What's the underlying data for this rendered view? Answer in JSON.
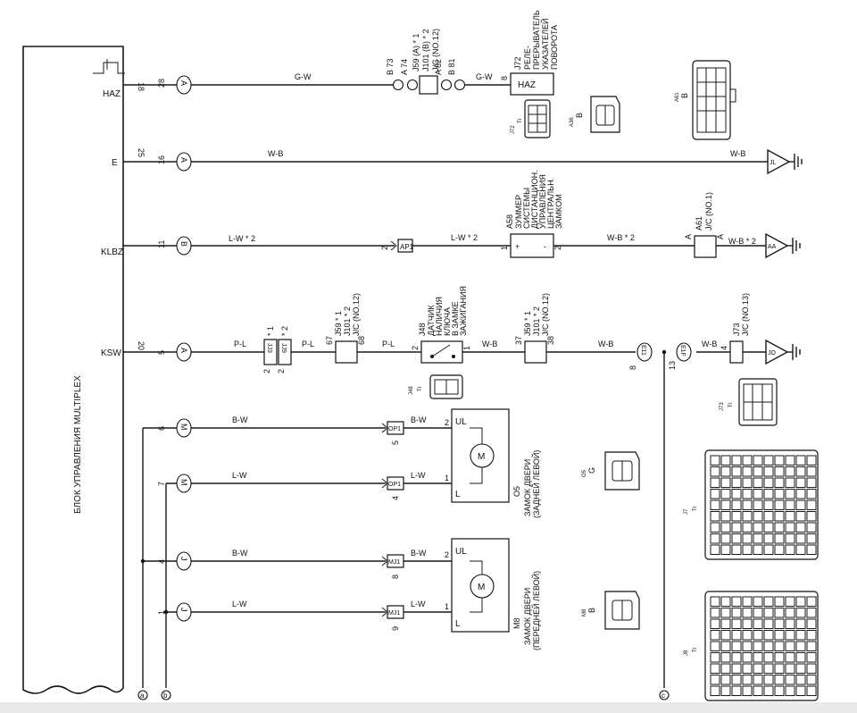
{
  "ecu": {
    "label": "БЛОК УПРАВЛЕНИЯ MULTIPLEX"
  },
  "rows": [
    {
      "name": "HAZ",
      "pin": "18",
      "conn": "28",
      "conn_tag": "A",
      "wire": "G-W"
    },
    {
      "name": "E",
      "pin": "25",
      "conn": "16",
      "conn_tag": "A",
      "wire": "W-B"
    },
    {
      "name": "KLBZ",
      "pin": "",
      "conn": "11",
      "conn_tag": "B",
      "wire": "L-W * 2"
    },
    {
      "name": "KSW",
      "pin": "20",
      "conn": "5",
      "conn_tag": "A",
      "wire": "P-L"
    },
    {
      "name": "",
      "pin": "",
      "conn": "6",
      "conn_tag": "M",
      "wire": "B-W"
    },
    {
      "name": "",
      "pin": "",
      "conn": "7",
      "conn_tag": "M",
      "wire": "L-W"
    },
    {
      "name": "",
      "pin": "",
      "conn": "4",
      "conn_tag": "J",
      "wire": "B-W"
    },
    {
      "name": "",
      "pin": "",
      "conn": "1",
      "conn_tag": "J",
      "wire": "L-W"
    }
  ],
  "haz": {
    "junction_lines": [
      "J59 (A) * 1",
      "J101 (B) * 2",
      "J/C (NO.12)"
    ],
    "pins_left": [
      "B 73",
      "A 74"
    ],
    "pins_right": [
      "A 82",
      "B 81"
    ],
    "wire_after": "G-W",
    "pin_relay": "8",
    "relay_code": "J72",
    "relay_lines": [
      "РЕЛЕ-",
      "ПРЕРЫВАТЕЛЬ",
      "УКАЗАТЕЛЕЙ",
      "ПОВОРОТА"
    ],
    "relay_box": "HAZ"
  },
  "e_row": {
    "wire_right": "W-B",
    "ground": "JL"
  },
  "klbz": {
    "ap_pin": "2",
    "ap_label": "AP1",
    "wire_mid": "L-W * 2",
    "buzzer_code": "A58",
    "buzzer_lines": [
      "ЗУММЕР",
      "СИСТЕМЫ",
      "ДИСТАНЦИОН.",
      "УПРАВЛЕНИЯ",
      "ЦЕНТРАЛЬН.",
      "ЗАМКОМ"
    ],
    "pin_plus": "1",
    "pin_minus": "2",
    "plus": "+",
    "minus": "-",
    "wire_after": "W-B * 2",
    "jc_code": "A61",
    "jc_name": "J/C (NO.1)",
    "jc_pin_a": "A",
    "jc_pin_b": "A",
    "wire_right": "W-B * 2",
    "ground": "AA"
  },
  "ksw": {
    "jj_pins": [
      "2",
      "2"
    ],
    "jj_labels": [
      "JJ3",
      "JJ9"
    ],
    "jj_stars": [
      "* 1",
      "* 2"
    ],
    "wire_2": "P-L",
    "jc1_pin_left": "67",
    "jc1_pin_right": "68",
    "jc1_lines": [
      "J59 * 1",
      "J101 * 2",
      "J/C (NO.12)"
    ],
    "wire_3": "P-L",
    "switch_code": "J48",
    "switch_lines": [
      "ДАТЧИК",
      "НАЛИЧИЯ",
      "КЛЮЧА",
      "В ЗАМКЕ",
      "ЗАЖИГАНИЯ"
    ],
    "switch_pin_l": "2",
    "switch_pin_r": "1",
    "wire_4": "W-B",
    "jc2_pin_left": "37",
    "jc2_pin_right": "38",
    "jc2_lines": [
      "J59 * 1",
      "J101 * 2",
      "J/C (NO.12)"
    ],
    "wire_5": "W-B",
    "conn_e11_pin": "8",
    "conn_e11": "E11",
    "conn_e1f_pin": "13",
    "conn_e1f": "E1F",
    "wire_6": "W-B",
    "jc3_pin": "4",
    "jc3_code": "J73",
    "jc3_name": "J/C (NO.13)",
    "ground": "JO"
  },
  "door_rear": {
    "pin_ul": "2",
    "pin_l": "1",
    "conn_ul_pin": "5",
    "conn_ul": "OP1",
    "conn_l_pin": "4",
    "conn_l": "OP1",
    "wire_ul": "B-W",
    "wire_l": "L-W",
    "term_ul": "UL",
    "term_l": "L",
    "motor": "M",
    "code": "O5",
    "lines": [
      "ЗАМОК ДВЕРИ",
      "(ЗАДНЕЙ ЛЕВОЙ)"
    ]
  },
  "door_front": {
    "pin_ul": "2",
    "pin_l": "1",
    "conn_ul_pin": "8",
    "conn_ul": "MJ1",
    "conn_l_pin": "9",
    "conn_l": "MJ1",
    "wire_ul": "B-W",
    "wire_l": "L-W",
    "term_ul": "UL",
    "term_l": "L",
    "motor": "M",
    "code": "M8",
    "lines": [
      "ЗАМОК ДВЕРИ",
      "(ПЕРЕДНЕЙ ЛЕВОЙ)"
    ]
  },
  "bus_labels": [
    "a",
    "b",
    "c"
  ],
  "connector_captions": {
    "j72": "J72",
    "a36": "A36",
    "a61": "A61",
    "j48": "J48",
    "j73": "J73",
    "o5": "O5",
    "m8": "M8",
    "j7": "J7",
    "j8": "J8",
    "tr": "Tr",
    "b": "B",
    "g": "G"
  }
}
